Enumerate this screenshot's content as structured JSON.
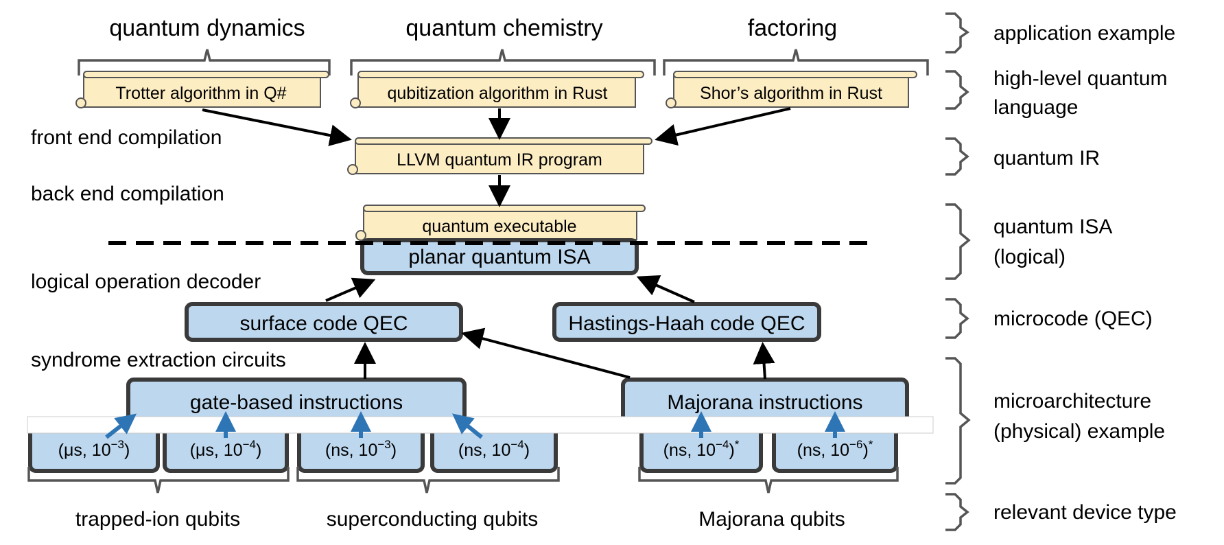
{
  "applications": {
    "dynamics": "quantum dynamics",
    "chemistry": "quantum chemistry",
    "factoring": "factoring"
  },
  "programs": {
    "trotter": "Trotter algorithm in Q#",
    "qubitization": "qubitization algorithm in Rust",
    "shor": "Shor’s algorithm in Rust",
    "llvm": "LLVM quantum IR program",
    "executable": "quantum executable"
  },
  "stages": {
    "front_end": "front end compilation",
    "back_end": "back end compilation",
    "logical_decoder": "logical operation decoder",
    "syndrome": "syndrome extraction circuits"
  },
  "isa": {
    "planar": "planar quantum ISA"
  },
  "qec": {
    "surface": "surface code QEC",
    "hastings": "Hastings-Haah code QEC"
  },
  "instructions": {
    "gate_based": "gate-based instructions",
    "majorana": "Majorana instructions"
  },
  "physical": [
    {
      "unit": "μs",
      "exp": "−3",
      "star": ""
    },
    {
      "unit": "μs",
      "exp": "−4",
      "star": ""
    },
    {
      "unit": "ns",
      "exp": "−3",
      "star": ""
    },
    {
      "unit": "ns",
      "exp": "−4",
      "star": ""
    },
    {
      "unit": "ns",
      "exp": "−4",
      "star": "*"
    },
    {
      "unit": "ns",
      "exp": "−6",
      "star": "*"
    }
  ],
  "devices": {
    "trapped_ion": "trapped-ion qubits",
    "superconducting": "superconducting qubits",
    "majorana": "Majorana qubits"
  },
  "layers": {
    "application": "application example",
    "hl_line1": "high-level quantum",
    "hl_line2": "language",
    "ir": "quantum IR",
    "isa_line1": "quantum ISA",
    "isa_line2": "(logical)",
    "microcode": "microcode (QEC)",
    "micro_line1": "microarchitecture",
    "micro_line2": "(physical) example",
    "device": "relevant device type"
  },
  "colors": {
    "scroll_fill": "#fdedc3",
    "block_fill": "#bdd7ee",
    "block_border": "#3a3a3a",
    "blue_arrow": "#2e75b6"
  }
}
